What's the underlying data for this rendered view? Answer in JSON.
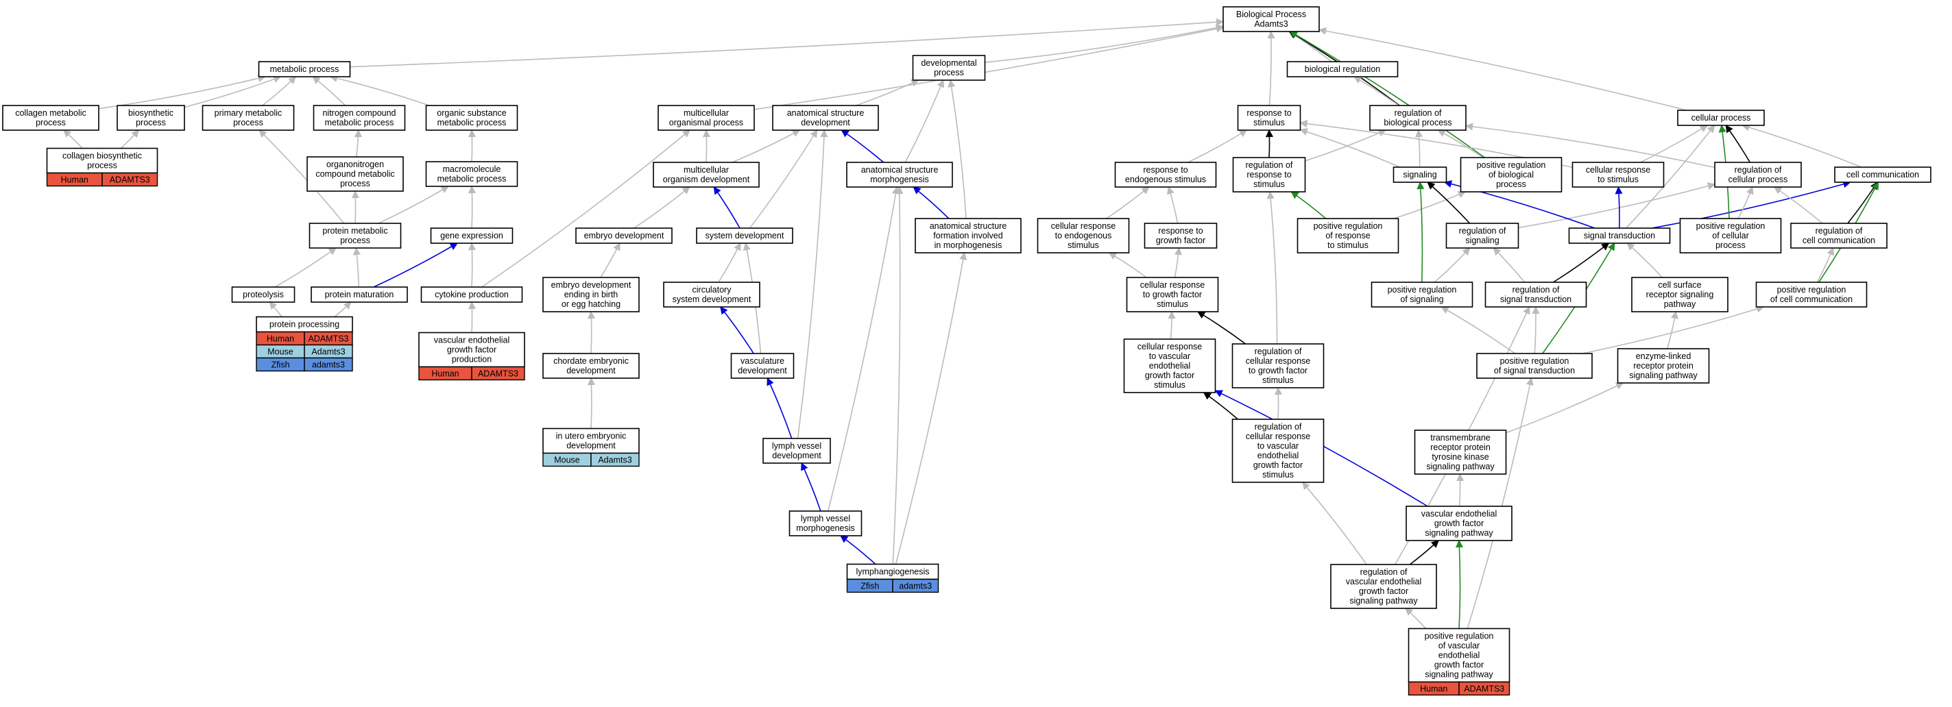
{
  "title": "Biological Process Adamts3",
  "colors": {
    "is_a": "#bbbbbb",
    "part_of": "#000000",
    "regulates": "#000000",
    "positively_regulates": "#228b22",
    "other": "#0000dd",
    "species": {
      "Human": {
        "fill": "#e8543e",
        "text": "#000000"
      },
      "Mouse": {
        "fill": "#9ed0e0",
        "text": "#000000"
      },
      "Zfish": {
        "fill": "#5a8fe0",
        "text": "#000000"
      }
    }
  },
  "nodes": [
    {
      "id": "bp",
      "lines": [
        "Biological Process",
        "Adamts3"
      ]
    },
    {
      "id": "metab",
      "lines": [
        "metabolic process"
      ]
    },
    {
      "id": "collmet",
      "lines": [
        "collagen metabolic",
        "process"
      ]
    },
    {
      "id": "biosyn",
      "lines": [
        "biosynthetic",
        "process"
      ]
    },
    {
      "id": "primet",
      "lines": [
        "primary metabolic",
        "process"
      ]
    },
    {
      "id": "nitro",
      "lines": [
        "nitrogen compound",
        "metabolic process"
      ]
    },
    {
      "id": "orgsub",
      "lines": [
        "organic substance",
        "metabolic process"
      ]
    },
    {
      "id": "collbio",
      "lines": [
        "collagen biosynthetic",
        "process"
      ],
      "genes": [
        [
          "Human",
          "ADAMTS3"
        ]
      ]
    },
    {
      "id": "orgnitro",
      "lines": [
        "organonitrogen",
        "compound metabolic",
        "process"
      ]
    },
    {
      "id": "macro",
      "lines": [
        "macromolecule",
        "metabolic process"
      ]
    },
    {
      "id": "protmet",
      "lines": [
        "protein metabolic",
        "process"
      ]
    },
    {
      "id": "geneexp",
      "lines": [
        "gene expression"
      ]
    },
    {
      "id": "proteol",
      "lines": [
        "proteolysis"
      ]
    },
    {
      "id": "protmat",
      "lines": [
        "protein maturation"
      ]
    },
    {
      "id": "cytprod",
      "lines": [
        "cytokine production"
      ]
    },
    {
      "id": "protproc",
      "lines": [
        "protein processing"
      ],
      "genes": [
        [
          "Human",
          "ADAMTS3"
        ],
        [
          "Mouse",
          "Adamts3"
        ],
        [
          "Zfish",
          "adamts3"
        ]
      ]
    },
    {
      "id": "vegfprod",
      "lines": [
        "vascular endothelial",
        "growth factor",
        "production"
      ],
      "genes": [
        [
          "Human",
          "ADAMTS3"
        ]
      ]
    },
    {
      "id": "devproc",
      "lines": [
        "developmental",
        "process"
      ]
    },
    {
      "id": "multorg",
      "lines": [
        "multicellular",
        "organismal process"
      ]
    },
    {
      "id": "anatdev",
      "lines": [
        "anatomical structure",
        "development"
      ]
    },
    {
      "id": "multdev",
      "lines": [
        "multicellular",
        "organism development"
      ]
    },
    {
      "id": "anatmorph",
      "lines": [
        "anatomical structure",
        "morphogenesis"
      ]
    },
    {
      "id": "embdev",
      "lines": [
        "embryo development"
      ]
    },
    {
      "id": "sysdev",
      "lines": [
        "system development"
      ]
    },
    {
      "id": "anatform",
      "lines": [
        "anatomical structure",
        "formation involved",
        "in morphogenesis"
      ]
    },
    {
      "id": "embbirth",
      "lines": [
        "embryo development",
        "ending in birth",
        "or egg hatching"
      ]
    },
    {
      "id": "circdev",
      "lines": [
        "circulatory",
        "system development"
      ]
    },
    {
      "id": "chordev",
      "lines": [
        "chordate embryonic",
        "development"
      ]
    },
    {
      "id": "vascdev",
      "lines": [
        "vasculature",
        "development"
      ]
    },
    {
      "id": "inutero",
      "lines": [
        "in utero embryonic",
        "development"
      ],
      "genes": [
        [
          "Mouse",
          "Adamts3"
        ]
      ]
    },
    {
      "id": "lymphdev",
      "lines": [
        "lymph vessel",
        "development"
      ]
    },
    {
      "id": "lymphmorph",
      "lines": [
        "lymph vessel",
        "morphogenesis"
      ]
    },
    {
      "id": "lymphang",
      "lines": [
        "lymphangiogenesis"
      ],
      "genes": [
        [
          "Zfish",
          "adamts3"
        ]
      ]
    },
    {
      "id": "biolreg",
      "lines": [
        "biological regulation"
      ]
    },
    {
      "id": "respstim",
      "lines": [
        "response to",
        "stimulus"
      ]
    },
    {
      "id": "regbio",
      "lines": [
        "regulation of",
        "biological process"
      ]
    },
    {
      "id": "cellproc",
      "lines": [
        "cellular process"
      ]
    },
    {
      "id": "respendo",
      "lines": [
        "response to",
        "endogenous stimulus"
      ]
    },
    {
      "id": "regresp",
      "lines": [
        "regulation of",
        "response to",
        "stimulus"
      ]
    },
    {
      "id": "signaling",
      "lines": [
        "signaling"
      ]
    },
    {
      "id": "posregbio",
      "lines": [
        "positive regulation",
        "of biological",
        "process"
      ]
    },
    {
      "id": "cellresp",
      "lines": [
        "cellular response",
        "to stimulus"
      ]
    },
    {
      "id": "regcell",
      "lines": [
        "regulation of",
        "cellular process"
      ]
    },
    {
      "id": "cellcomm",
      "lines": [
        "cell communication"
      ]
    },
    {
      "id": "cellrespendo",
      "lines": [
        "cellular response",
        "to endogenous",
        "stimulus"
      ]
    },
    {
      "id": "respgf",
      "lines": [
        "response to",
        "growth factor"
      ]
    },
    {
      "id": "posregresp",
      "lines": [
        "positive regulation",
        "of response",
        "to stimulus"
      ]
    },
    {
      "id": "regsig",
      "lines": [
        "regulation of",
        "signaling"
      ]
    },
    {
      "id": "sigtrans",
      "lines": [
        "signal transduction"
      ]
    },
    {
      "id": "posregcell",
      "lines": [
        "positive regulation",
        "of cellular",
        "process"
      ]
    },
    {
      "id": "regcellcomm",
      "lines": [
        "regulation of",
        "cell communication"
      ]
    },
    {
      "id": "cellrespgf",
      "lines": [
        "cellular response",
        "to growth factor",
        "stimulus"
      ]
    },
    {
      "id": "posregsig",
      "lines": [
        "positive regulation",
        "of signaling"
      ]
    },
    {
      "id": "regsigtrans",
      "lines": [
        "regulation of",
        "signal transduction"
      ]
    },
    {
      "id": "cellsurf",
      "lines": [
        "cell surface",
        "receptor signaling",
        "pathway"
      ]
    },
    {
      "id": "posregcellcomm",
      "lines": [
        "positive regulation",
        "of cell communication"
      ]
    },
    {
      "id": "cellrespvegf",
      "lines": [
        "cellular response",
        "to vascular",
        "endothelial",
        "growth factor",
        "stimulus"
      ]
    },
    {
      "id": "regcellrespgf",
      "lines": [
        "regulation of",
        "cellular response",
        "to growth factor",
        "stimulus"
      ]
    },
    {
      "id": "posregsigtrans",
      "lines": [
        "positive regulation",
        "of signal transduction"
      ]
    },
    {
      "id": "enzyme",
      "lines": [
        "enzyme-linked",
        "receptor protein",
        "signaling pathway"
      ]
    },
    {
      "id": "regcellrespvegf",
      "lines": [
        "regulation of",
        "cellular response",
        "to vascular",
        "endothelial",
        "growth factor",
        "stimulus"
      ]
    },
    {
      "id": "rtk",
      "lines": [
        "transmembrane",
        "receptor protein",
        "tyrosine kinase",
        "signaling pathway"
      ]
    },
    {
      "id": "vegfsp",
      "lines": [
        "vascular endothelial",
        "growth factor",
        "signaling pathway"
      ]
    },
    {
      "id": "regvegfsp",
      "lines": [
        "regulation of",
        "vascular endothelial",
        "growth factor",
        "signaling pathway"
      ]
    },
    {
      "id": "posregvegfsp",
      "lines": [
        "positive regulation",
        "of vascular",
        "endothelial",
        "growth factor",
        "signaling pathway"
      ],
      "genes": [
        [
          "Human",
          "ADAMTS3"
        ]
      ]
    }
  ],
  "edges": [
    {
      "from": "metab",
      "to": "bp",
      "type": "is_a"
    },
    {
      "from": "collmet",
      "to": "metab",
      "type": "is_a"
    },
    {
      "from": "biosyn",
      "to": "metab",
      "type": "is_a"
    },
    {
      "from": "primet",
      "to": "metab",
      "type": "is_a"
    },
    {
      "from": "nitro",
      "to": "metab",
      "type": "is_a"
    },
    {
      "from": "orgsub",
      "to": "metab",
      "type": "is_a"
    },
    {
      "from": "collbio",
      "to": "collmet",
      "type": "is_a"
    },
    {
      "from": "collbio",
      "to": "biosyn",
      "type": "is_a"
    },
    {
      "from": "orgnitro",
      "to": "nitro",
      "type": "is_a"
    },
    {
      "from": "macro",
      "to": "orgsub",
      "type": "is_a"
    },
    {
      "from": "protmet",
      "to": "primet",
      "type": "is_a"
    },
    {
      "from": "protmet",
      "to": "orgnitro",
      "type": "is_a"
    },
    {
      "from": "protmet",
      "to": "macro",
      "type": "is_a"
    },
    {
      "from": "geneexp",
      "to": "macro",
      "type": "is_a"
    },
    {
      "from": "proteol",
      "to": "protmet",
      "type": "is_a"
    },
    {
      "from": "protmat",
      "to": "protmet",
      "type": "is_a"
    },
    {
      "from": "protmat",
      "to": "geneexp",
      "type": "other"
    },
    {
      "from": "cytprod",
      "to": "geneexp",
      "type": "is_a"
    },
    {
      "from": "cytprod",
      "to": "multorg",
      "type": "is_a"
    },
    {
      "from": "protproc",
      "to": "proteol",
      "type": "is_a"
    },
    {
      "from": "protproc",
      "to": "protmat",
      "type": "is_a"
    },
    {
      "from": "vegfprod",
      "to": "cytprod",
      "type": "is_a"
    },
    {
      "from": "devproc",
      "to": "bp",
      "type": "is_a"
    },
    {
      "from": "multorg",
      "to": "bp",
      "type": "is_a"
    },
    {
      "from": "anatdev",
      "to": "devproc",
      "type": "is_a"
    },
    {
      "from": "multdev",
      "to": "multorg",
      "type": "is_a"
    },
    {
      "from": "multdev",
      "to": "anatdev",
      "type": "is_a"
    },
    {
      "from": "anatmorph",
      "to": "devproc",
      "type": "is_a"
    },
    {
      "from": "anatmorph",
      "to": "anatdev",
      "type": "other"
    },
    {
      "from": "embdev",
      "to": "multdev",
      "type": "is_a"
    },
    {
      "from": "sysdev",
      "to": "multdev",
      "type": "other"
    },
    {
      "from": "sysdev",
      "to": "anatdev",
      "type": "is_a"
    },
    {
      "from": "anatform",
      "to": "devproc",
      "type": "is_a"
    },
    {
      "from": "anatform",
      "to": "anatmorph",
      "type": "other"
    },
    {
      "from": "embbirth",
      "to": "embdev",
      "type": "is_a"
    },
    {
      "from": "circdev",
      "to": "sysdev",
      "type": "is_a"
    },
    {
      "from": "chordev",
      "to": "embbirth",
      "type": "is_a"
    },
    {
      "from": "vascdev",
      "to": "circdev",
      "type": "other"
    },
    {
      "from": "vascdev",
      "to": "sysdev",
      "type": "is_a"
    },
    {
      "from": "inutero",
      "to": "chordev",
      "type": "is_a"
    },
    {
      "from": "lymphdev",
      "to": "vascdev",
      "type": "other"
    },
    {
      "from": "lymphdev",
      "to": "anatdev",
      "type": "is_a"
    },
    {
      "from": "lymphmorph",
      "to": "lymphdev",
      "type": "other"
    },
    {
      "from": "lymphmorph",
      "to": "anatmorph",
      "type": "is_a"
    },
    {
      "from": "lymphang",
      "to": "lymphmorph",
      "type": "other"
    },
    {
      "from": "lymphang",
      "to": "anatmorph",
      "type": "is_a"
    },
    {
      "from": "lymphang",
      "to": "anatform",
      "type": "is_a"
    },
    {
      "from": "biolreg",
      "to": "bp",
      "type": "is_a"
    },
    {
      "from": "respstim",
      "to": "bp",
      "type": "is_a"
    },
    {
      "from": "regbio",
      "to": "bp",
      "type": "regulates"
    },
    {
      "from": "regbio",
      "to": "biolreg",
      "type": "is_a"
    },
    {
      "from": "cellproc",
      "to": "bp",
      "type": "is_a"
    },
    {
      "from": "respendo",
      "to": "respstim",
      "type": "is_a"
    },
    {
      "from": "regresp",
      "to": "respstim",
      "type": "regulates"
    },
    {
      "from": "regresp",
      "to": "regbio",
      "type": "is_a"
    },
    {
      "from": "signaling",
      "to": "regbio",
      "type": "is_a"
    },
    {
      "from": "signaling",
      "to": "respstim",
      "type": "is_a"
    },
    {
      "from": "posregbio",
      "to": "bp",
      "type": "positively_regulates"
    },
    {
      "from": "posregbio",
      "to": "regbio",
      "type": "is_a"
    },
    {
      "from": "cellresp",
      "to": "respstim",
      "type": "is_a"
    },
    {
      "from": "cellresp",
      "to": "cellproc",
      "type": "is_a"
    },
    {
      "from": "regcell",
      "to": "cellproc",
      "type": "regulates"
    },
    {
      "from": "regcell",
      "to": "regbio",
      "type": "is_a"
    },
    {
      "from": "cellcomm",
      "to": "cellproc",
      "type": "is_a"
    },
    {
      "from": "cellrespendo",
      "to": "respendo",
      "type": "is_a"
    },
    {
      "from": "respgf",
      "to": "respendo",
      "type": "is_a"
    },
    {
      "from": "posregresp",
      "to": "regresp",
      "type": "positively_regulates"
    },
    {
      "from": "posregresp",
      "to": "posregbio",
      "type": "is_a"
    },
    {
      "from": "regsig",
      "to": "signaling",
      "type": "regulates"
    },
    {
      "from": "regsig",
      "to": "regcell",
      "type": "is_a"
    },
    {
      "from": "sigtrans",
      "to": "signaling",
      "type": "other"
    },
    {
      "from": "sigtrans",
      "to": "cellresp",
      "type": "other"
    },
    {
      "from": "sigtrans",
      "to": "cellcomm",
      "type": "other"
    },
    {
      "from": "sigtrans",
      "to": "cellproc",
      "type": "is_a"
    },
    {
      "from": "posregcell",
      "to": "cellproc",
      "type": "positively_regulates"
    },
    {
      "from": "posregcell",
      "to": "regcell",
      "type": "is_a"
    },
    {
      "from": "regcellcomm",
      "to": "cellcomm",
      "type": "regulates"
    },
    {
      "from": "regcellcomm",
      "to": "regcell",
      "type": "is_a"
    },
    {
      "from": "cellrespgf",
      "to": "cellrespendo",
      "type": "is_a"
    },
    {
      "from": "cellrespgf",
      "to": "respgf",
      "type": "is_a"
    },
    {
      "from": "posregsig",
      "to": "signaling",
      "type": "positively_regulates"
    },
    {
      "from": "posregsig",
      "to": "regsig",
      "type": "is_a"
    },
    {
      "from": "regsigtrans",
      "to": "sigtrans",
      "type": "regulates"
    },
    {
      "from": "regsigtrans",
      "to": "regsig",
      "type": "is_a"
    },
    {
      "from": "cellsurf",
      "to": "sigtrans",
      "type": "is_a"
    },
    {
      "from": "posregcellcomm",
      "to": "cellcomm",
      "type": "positively_regulates"
    },
    {
      "from": "posregcellcomm",
      "to": "regcellcomm",
      "type": "is_a"
    },
    {
      "from": "cellrespvegf",
      "to": "cellrespgf",
      "type": "is_a"
    },
    {
      "from": "regcellrespgf",
      "to": "cellrespgf",
      "type": "regulates"
    },
    {
      "from": "regcellrespgf",
      "to": "regresp",
      "type": "is_a"
    },
    {
      "from": "posregsigtrans",
      "to": "sigtrans",
      "type": "positively_regulates"
    },
    {
      "from": "posregsigtrans",
      "to": "regsigtrans",
      "type": "is_a"
    },
    {
      "from": "posregsigtrans",
      "to": "posregsig",
      "type": "is_a"
    },
    {
      "from": "posregsigtrans",
      "to": "posregcellcomm",
      "type": "is_a"
    },
    {
      "from": "enzyme",
      "to": "cellsurf",
      "type": "is_a"
    },
    {
      "from": "regcellrespvegf",
      "to": "cellrespvegf",
      "type": "regulates"
    },
    {
      "from": "regcellrespvegf",
      "to": "regcellrespgf",
      "type": "is_a"
    },
    {
      "from": "rtk",
      "to": "enzyme",
      "type": "is_a"
    },
    {
      "from": "vegfsp",
      "to": "rtk",
      "type": "is_a"
    },
    {
      "from": "vegfsp",
      "to": "cellrespvegf",
      "type": "other"
    },
    {
      "from": "regvegfsp",
      "to": "vegfsp",
      "type": "regulates"
    },
    {
      "from": "regvegfsp",
      "to": "regsigtrans",
      "type": "is_a"
    },
    {
      "from": "regvegfsp",
      "to": "regcellrespvegf",
      "type": "is_a"
    },
    {
      "from": "posregvegfsp",
      "to": "vegfsp",
      "type": "positively_regulates"
    },
    {
      "from": "posregvegfsp",
      "to": "regvegfsp",
      "type": "is_a"
    },
    {
      "from": "posregvegfsp",
      "to": "posregsigtrans",
      "type": "is_a"
    }
  ]
}
